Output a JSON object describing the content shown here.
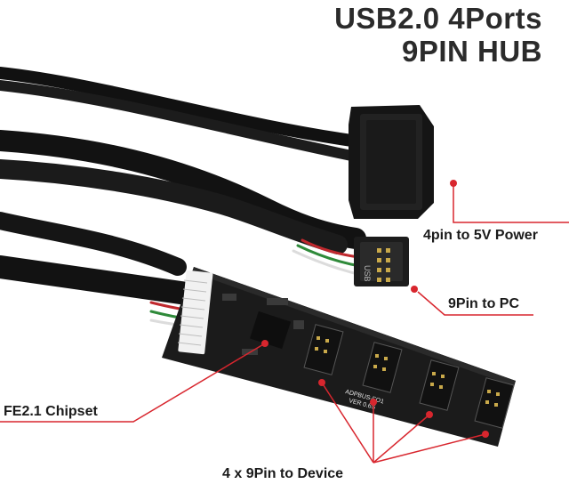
{
  "title": {
    "line1": "USB2.0 4Ports",
    "line2": "9PIN HUB"
  },
  "labels": {
    "power": "4pin to 5V Power",
    "pc": "9Pin to PC",
    "chipset": "FE2.1 Chipset",
    "device": "4 x 9Pin to Device"
  },
  "board": {
    "text1": "ADPBUS-FO1",
    "text2": "VER 0.6S",
    "usb_text": "USB"
  },
  "colors": {
    "accent": "#d8262e",
    "board": "#1b1b1b",
    "cable": "#0f0f0f",
    "title": "#2b2b2b"
  }
}
